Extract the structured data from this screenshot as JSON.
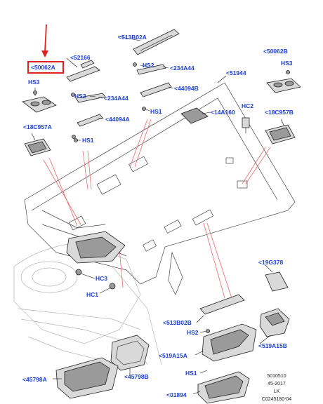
{
  "callouts": {
    "c50062A": "<50062A",
    "c52166": "<52166",
    "c513B02A": "<513B02A",
    "c50062B": "<50062B",
    "hs3_left": "HS3",
    "hs3_right": "HS3",
    "hs2_top": "HS2",
    "c234A44_top": "<234A44",
    "hs2_mid": "HS2",
    "c234A44_mid": "<234A44",
    "c44094B": "<44094B",
    "c51944": "<51944",
    "c44094A": "<44094A",
    "hs1_a": "HS1",
    "hc2": "HC2",
    "c14A160": "<14A160",
    "c18C957B": "<18C957B",
    "c18C957A": "<18C957A",
    "hs1_b": "HS1",
    "c19G378": "<19G378",
    "hc3": "HC3",
    "hc1": "HC1",
    "c513B02B": "<513B02B",
    "hs2_bottom": "HS2",
    "c519A15B": "<519A15B",
    "c519A15A": "<519A15A",
    "hs1_bottom": "HS1",
    "c45798A": "<45798A",
    "c45798B": "<45798B",
    "c01894": "<01894"
  },
  "footer": {
    "line1": "5010510",
    "line2": "45-2017",
    "line3": "LK",
    "line4": "C0245180-04"
  },
  "highlight": {
    "target": "<50062A",
    "box_color": "#e02020",
    "arrow_color": "#e02020"
  },
  "colors": {
    "callout_text": "#1a3fd6",
    "leader_lines": "#e86a6a"
  }
}
